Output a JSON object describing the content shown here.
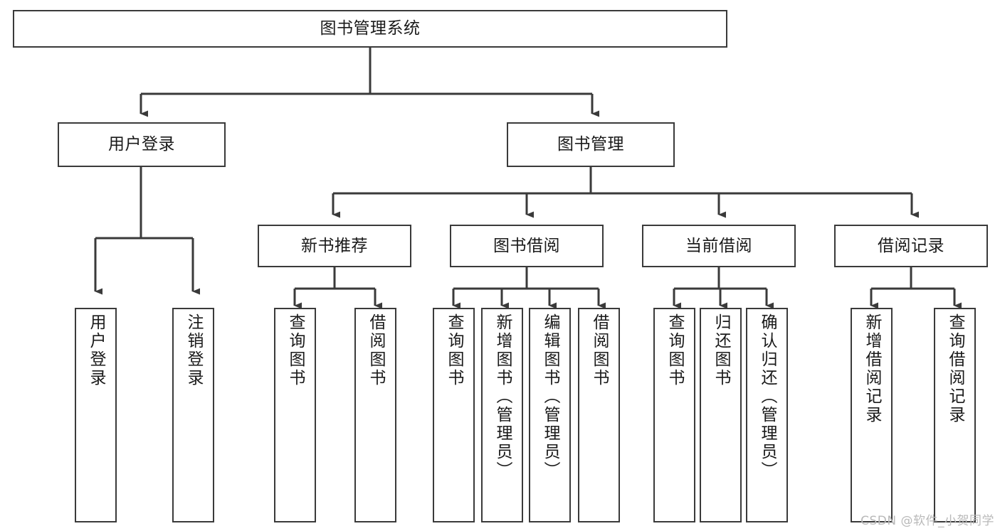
{
  "diagram": {
    "title": "图书管理系统",
    "type": "tree-hierarchy-diagram",
    "colors": {
      "box_border": "#3a3a3a",
      "box_fill": "#ffffff",
      "connector": "#3a3a3a",
      "text": "#1a1a1a",
      "watermark": "#b9b9b9",
      "background": "#ffffff"
    },
    "nodes": {
      "root": {
        "label": "图书管理系统"
      },
      "level1": [
        {
          "label": "用户登录"
        },
        {
          "label": "图书管理"
        }
      ],
      "level2": [
        {
          "label": "新书推荐"
        },
        {
          "label": "图书借阅"
        },
        {
          "label": "当前借阅"
        },
        {
          "label": "借阅记录"
        }
      ],
      "leaves_user_login": [
        {
          "label": "用户登录"
        },
        {
          "label": "注销登录"
        }
      ],
      "leaves_new_book": [
        {
          "label": "查询图书"
        },
        {
          "label": "借阅图书"
        }
      ],
      "leaves_borrow": [
        {
          "label": "查询图书"
        },
        {
          "label": "新增图书（管理员）"
        },
        {
          "label": "编辑图书（管理员）"
        },
        {
          "label": "借阅图书"
        }
      ],
      "leaves_current": [
        {
          "label": "查询图书"
        },
        {
          "label": "归还图书"
        },
        {
          "label": "确认归还（管理员）"
        }
      ],
      "leaves_records": [
        {
          "label": "新增借阅记录"
        },
        {
          "label": "查询借阅记录"
        }
      ]
    },
    "watermark": "CSDN @软件_小贺同学"
  }
}
